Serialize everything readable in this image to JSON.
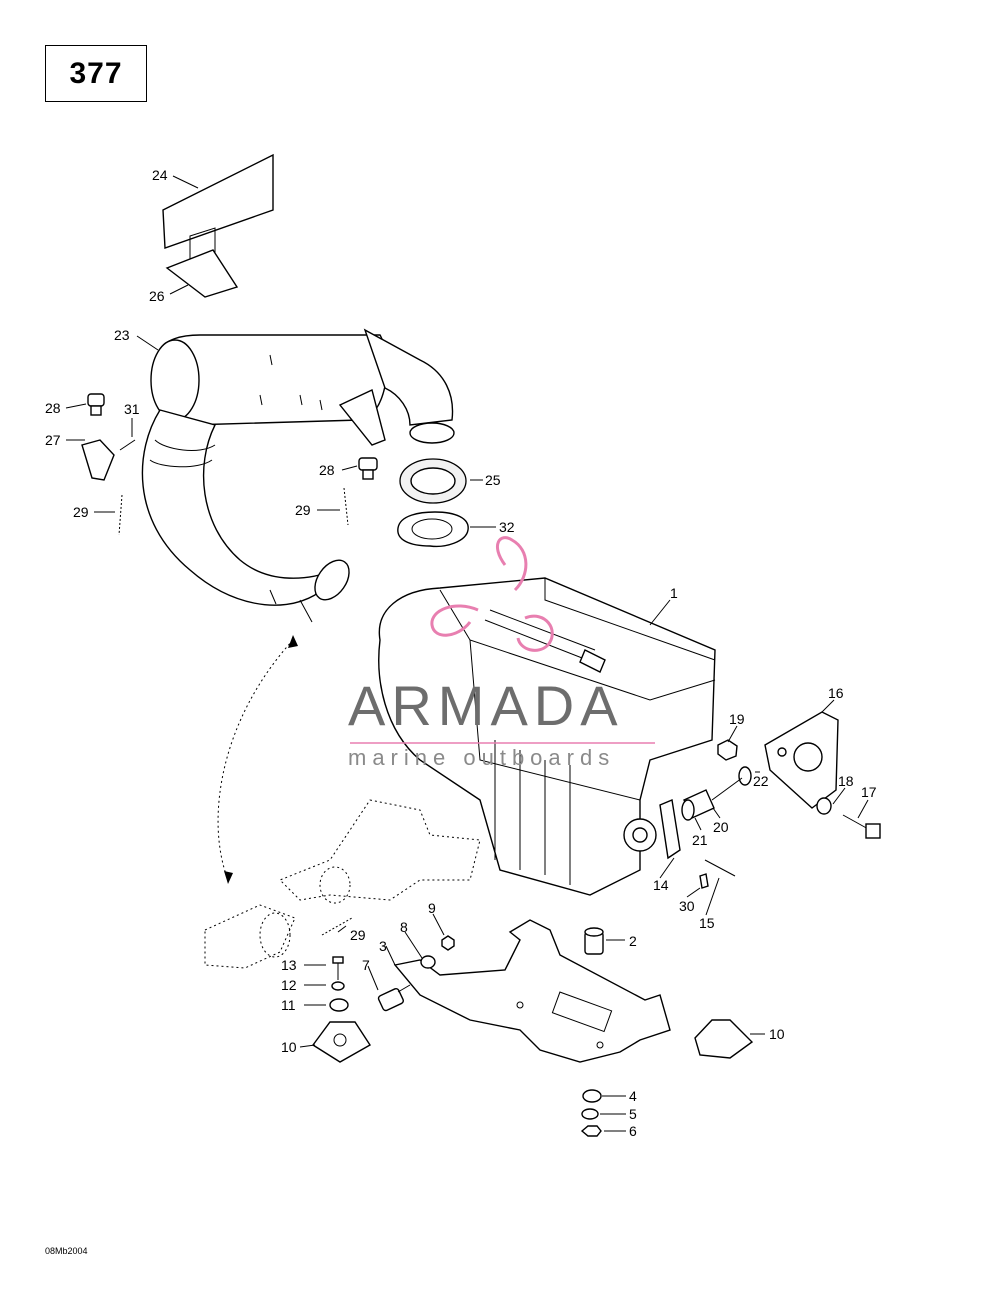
{
  "page_number": "377",
  "reference_code": "08Mb2004",
  "watermark": {
    "brand": "ARMADA",
    "subtitle": "marine outboards",
    "logo_color": "#e87fb0"
  },
  "callouts": [
    "1",
    "2",
    "3",
    "4",
    "5",
    "6",
    "7",
    "8",
    "9",
    "10",
    "10",
    "11",
    "12",
    "13",
    "14",
    "15",
    "16",
    "17",
    "18",
    "19",
    "20",
    "21",
    "22",
    "23",
    "24",
    "25",
    "26",
    "27",
    "28",
    "28",
    "29",
    "29",
    "29",
    "30",
    "31",
    "32"
  ]
}
